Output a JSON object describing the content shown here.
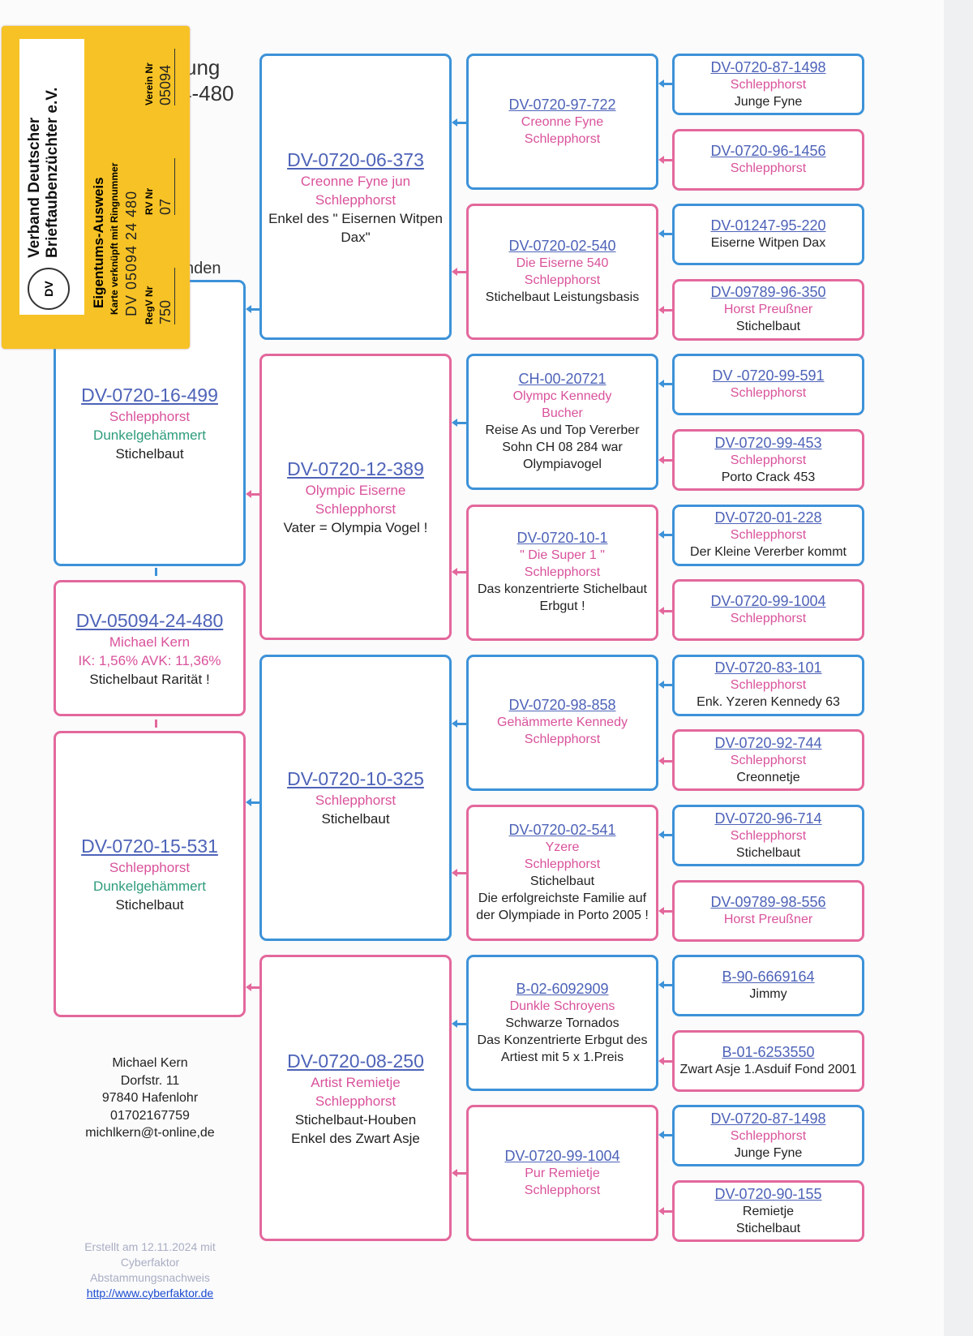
{
  "header_fragments": [
    "ung",
    "4-480",
    "nden"
  ],
  "card": {
    "org_line1": "Verband Deutscher",
    "org_line2": "Brieftaubenzüchter e.V.",
    "logo": "DV",
    "title": "Eigentums-Ausweis",
    "subtitle": "Karte verknüpft mit Ringnummer",
    "ring": "DV 05094 24 480",
    "regv_label": "RegV Nr",
    "regv": "750",
    "rv_label": "RV Nr",
    "rv": "07",
    "verein_label": "Verein Nr",
    "verein": "05094"
  },
  "subject": {
    "sex": "f",
    "lines": [
      {
        "t": "DV-05094-24-480",
        "c": "name"
      },
      {
        "t": "Michael Kern",
        "c": "pink"
      },
      {
        "t": "IK: 1,56%  AVK: 11,36%",
        "c": "pink"
      },
      {
        "t": "Stichelbaut Rarität !",
        "c": "dark"
      }
    ]
  },
  "parents": [
    {
      "sex": "m",
      "lines": [
        {
          "t": "DV-0720-16-499",
          "c": "name"
        },
        {
          "t": "Schlepphorst",
          "c": "pink"
        },
        {
          "t": "Dunkelgehämmert",
          "c": "green"
        },
        {
          "t": "Stichelbaut",
          "c": "dark"
        }
      ]
    },
    {
      "sex": "f",
      "lines": [
        {
          "t": "DV-0720-15-531",
          "c": "name"
        },
        {
          "t": "Schlepphorst",
          "c": "pink"
        },
        {
          "t": "Dunkelgehämmert",
          "c": "green"
        },
        {
          "t": "Stichelbaut",
          "c": "dark"
        }
      ]
    }
  ],
  "grandparents": [
    {
      "sex": "m",
      "lines": [
        {
          "t": "DV-0720-06-373",
          "c": "name"
        },
        {
          "t": "Creonne Fyne jun",
          "c": "pink"
        },
        {
          "t": "Schlepphorst",
          "c": "pink"
        },
        {
          "t": "Enkel des \" Eisernen Witpen Dax\"",
          "c": "dark"
        }
      ]
    },
    {
      "sex": "f",
      "lines": [
        {
          "t": "DV-0720-12-389",
          "c": "name"
        },
        {
          "t": "Olympic Eiserne",
          "c": "pink"
        },
        {
          "t": "Schlepphorst",
          "c": "pink"
        },
        {
          "t": "Vater = Olympia Vogel !",
          "c": "dark"
        }
      ]
    },
    {
      "sex": "m",
      "lines": [
        {
          "t": "DV-0720-10-325",
          "c": "name"
        },
        {
          "t": "Schlepphorst",
          "c": "pink"
        },
        {
          "t": "Stichelbaut",
          "c": "dark"
        }
      ]
    },
    {
      "sex": "f",
      "lines": [
        {
          "t": "DV-0720-08-250",
          "c": "name"
        },
        {
          "t": "Artist Remietje",
          "c": "pink"
        },
        {
          "t": "Schlepphorst",
          "c": "pink"
        },
        {
          "t": " ",
          "c": "dark"
        },
        {
          "t": "Stichelbaut-Houben",
          "c": "dark"
        },
        {
          "t": "Enkel des Zwart Asje",
          "c": "dark"
        }
      ]
    }
  ],
  "great_grandparents": [
    {
      "sex": "m",
      "lines": [
        {
          "t": "DV-0720-97-722",
          "c": "name"
        },
        {
          "t": "Creonne Fyne",
          "c": "pink"
        },
        {
          "t": "Schlepphorst",
          "c": "pink"
        }
      ]
    },
    {
      "sex": "f",
      "lines": [
        {
          "t": "DV-0720-02-540",
          "c": "name"
        },
        {
          "t": "Die Eiserne 540",
          "c": "pink"
        },
        {
          "t": "Schlepphorst",
          "c": "pink"
        },
        {
          "t": "Stichelbaut Leistungsbasis",
          "c": "dark"
        }
      ]
    },
    {
      "sex": "m",
      "lines": [
        {
          "t": "CH-00-20721",
          "c": "name"
        },
        {
          "t": "Olympc Kennedy",
          "c": "pink"
        },
        {
          "t": "Bucher",
          "c": "pink"
        },
        {
          "t": "Reise As und Top Vererber",
          "c": "dark"
        },
        {
          "t": "Sohn CH 08 284 war",
          "c": "dark"
        },
        {
          "t": "Olympiavogel",
          "c": "dark"
        }
      ]
    },
    {
      "sex": "f",
      "lines": [
        {
          "t": "DV-0720-10-1",
          "c": "name"
        },
        {
          "t": "\" Die Super 1 \"",
          "c": "pink"
        },
        {
          "t": "Schlepphorst",
          "c": "pink"
        },
        {
          "t": "Das konzentrierte Stichelbaut",
          "c": "dark"
        },
        {
          "t": "Erbgut !",
          "c": "dark"
        }
      ]
    },
    {
      "sex": "m",
      "lines": [
        {
          "t": "DV-0720-98-858",
          "c": "name"
        },
        {
          "t": "Gehämmerte Kennedy",
          "c": "pink"
        },
        {
          "t": "Schlepphorst",
          "c": "pink"
        }
      ]
    },
    {
      "sex": "f",
      "lines": [
        {
          "t": "DV-0720-02-541",
          "c": "name"
        },
        {
          "t": "Yzere",
          "c": "pink"
        },
        {
          "t": "Schlepphorst",
          "c": "pink"
        },
        {
          "t": "Stichelbaut",
          "c": "dark"
        },
        {
          "t": "Die erfolgreichste Familie auf der Olympiade in Porto 2005 !",
          "c": "dark"
        }
      ]
    },
    {
      "sex": "m",
      "lines": [
        {
          "t": "B-02-6092909",
          "c": "name"
        },
        {
          "t": "Dunkle Schroyens",
          "c": "pink"
        },
        {
          "t": "Schwarze Tornados",
          "c": "dark"
        },
        {
          "t": "Das Konzentrierte Erbgut des Artiest mit 5 x 1.Preis",
          "c": "dark"
        }
      ]
    },
    {
      "sex": "f",
      "lines": [
        {
          "t": "DV-0720-99-1004",
          "c": "name"
        },
        {
          "t": "Pur Remietje",
          "c": "pink"
        },
        {
          "t": "Schlepphorst",
          "c": "pink"
        }
      ]
    }
  ],
  "great_great_grandparents": [
    {
      "sex": "m",
      "lines": [
        {
          "t": "DV-0720-87-1498",
          "c": "name"
        },
        {
          "t": "Schlepphorst",
          "c": "pink"
        },
        {
          "t": "Junge Fyne",
          "c": "dark"
        }
      ]
    },
    {
      "sex": "f",
      "lines": [
        {
          "t": "DV-0720-96-1456",
          "c": "name"
        },
        {
          "t": "Schlepphorst",
          "c": "pink"
        }
      ]
    },
    {
      "sex": "m",
      "lines": [
        {
          "t": "DV-01247-95-220",
          "c": "name"
        },
        {
          "t": "Eiserne Witpen Dax",
          "c": "dark"
        }
      ]
    },
    {
      "sex": "f",
      "lines": [
        {
          "t": "DV-09789-96-350",
          "c": "name"
        },
        {
          "t": "Horst Preußner",
          "c": "pink"
        },
        {
          "t": "Stichelbaut",
          "c": "dark"
        }
      ]
    },
    {
      "sex": "m",
      "lines": [
        {
          "t": "DV -0720-99-591",
          "c": "name"
        },
        {
          "t": "Schlepphorst",
          "c": "pink"
        }
      ]
    },
    {
      "sex": "f",
      "lines": [
        {
          "t": "DV-0720-99-453",
          "c": "name"
        },
        {
          "t": "Schlepphorst",
          "c": "pink"
        },
        {
          "t": "Porto Crack 453",
          "c": "dark"
        }
      ]
    },
    {
      "sex": "m",
      "lines": [
        {
          "t": "DV-0720-01-228",
          "c": "name"
        },
        {
          "t": "Schlepphorst",
          "c": "pink"
        },
        {
          "t": "Der Kleine Vererber kommt",
          "c": "dark"
        }
      ]
    },
    {
      "sex": "f",
      "lines": [
        {
          "t": "DV-0720-99-1004",
          "c": "name"
        },
        {
          "t": "Schlepphorst",
          "c": "pink"
        }
      ]
    },
    {
      "sex": "m",
      "lines": [
        {
          "t": "DV-0720-83-101",
          "c": "name"
        },
        {
          "t": "Schlepphorst",
          "c": "pink"
        },
        {
          "t": "Enk. Yzeren Kennedy 63",
          "c": "dark"
        }
      ]
    },
    {
      "sex": "f",
      "lines": [
        {
          "t": "DV-0720-92-744",
          "c": "name"
        },
        {
          "t": "Schlepphorst",
          "c": "pink"
        },
        {
          "t": "Creonnetje",
          "c": "dark"
        }
      ]
    },
    {
      "sex": "m",
      "lines": [
        {
          "t": "DV-0720-96-714",
          "c": "name"
        },
        {
          "t": "Schlepphorst",
          "c": "pink"
        },
        {
          "t": "Stichelbaut",
          "c": "dark"
        }
      ]
    },
    {
      "sex": "f",
      "lines": [
        {
          "t": "DV-09789-98-556",
          "c": "name"
        },
        {
          "t": "Horst Preußner",
          "c": "pink"
        }
      ]
    },
    {
      "sex": "m",
      "lines": [
        {
          "t": "B-90-6669164",
          "c": "name"
        },
        {
          "t": "Jimmy",
          "c": "dark"
        }
      ]
    },
    {
      "sex": "f",
      "lines": [
        {
          "t": "B-01-6253550",
          "c": "name"
        },
        {
          "t": "Zwart Asje    1.Asduif Fond 2001",
          "c": "dark"
        }
      ]
    },
    {
      "sex": "m",
      "lines": [
        {
          "t": "DV-0720-87-1498",
          "c": "name"
        },
        {
          "t": "Schlepphorst",
          "c": "pink"
        },
        {
          "t": "Junge Fyne",
          "c": "dark"
        }
      ]
    },
    {
      "sex": "f",
      "lines": [
        {
          "t": "DV-0720-90-155",
          "c": "name"
        },
        {
          "t": "Remietje",
          "c": "dark"
        },
        {
          "t": "Stichelbaut",
          "c": "dark"
        }
      ]
    }
  ],
  "contact": {
    "name": "Michael Kern",
    "street": "Dorfstr. 11",
    "city": "97840 Hafenlohr",
    "phone": "01702167759",
    "email": "michlkern@t-online,de"
  },
  "footer": {
    "created": "Erstellt am 12.11.2024 mit",
    "app": "Cyberfaktor",
    "doc": "Abstammungsnachweis",
    "link": "http://www.cyberfaktor.de"
  }
}
